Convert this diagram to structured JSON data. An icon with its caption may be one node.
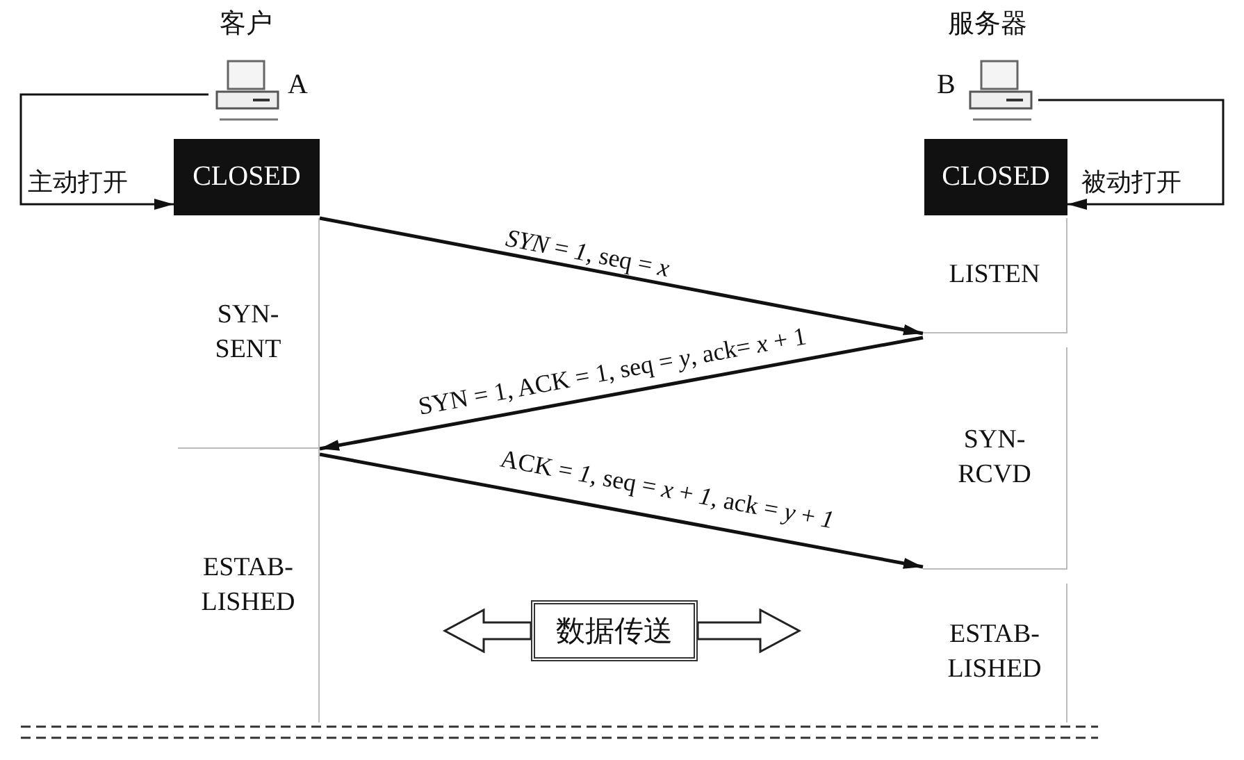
{
  "diagram": {
    "nodes": [
      {
        "text": [
          "客户"
        ],
        "beside": [
          "A"
        ]
      },
      {
        "text": [
          "CLOSED"
        ]
      },
      {
        "text": [
          "服务器"
        ],
        "beside": [
          "B"
        ]
      },
      {
        "text": [
          "CLOSED"
        ]
      },
      {
        "text": [
          "SYN- SENT"
        ]
      },
      {
        "text": [
          "ESTAB- LISHED"
        ]
      },
      {
        "text": [
          "LISTEN"
        ]
      },
      {
        "text": [
          "SYN- RCVD"
        ]
      },
      {
        "text": [
          "ESTAB- LISHED"
        ]
      },
      {
        "text": [
          "数据传送"
        ]
      }
    ],
    "edges": [
      {
        "from": 0,
        "to": 1,
        "arrow": "to",
        "label": "主动打开"
      },
      {
        "from": 2,
        "to": 3,
        "arrow": "to",
        "label": "被动打开"
      },
      {
        "from": 1,
        "to": 6,
        "arrow": "to",
        "label": "*SYN* = *1*, seq = *x*"
      },
      {
        "from": 7,
        "to": 4,
        "arrow": "to",
        "label": "SYN = 1, ACK = 1, seq = *y*, ack= *x* + 1"
      },
      {
        "from": 5,
        "to": 7,
        "arrow": "to",
        "label": "ACK = *1*, seq = *x* + *1*, ack = *y* + *1*"
      },
      {
        "from": 9,
        "to": null,
        "arrow": "to",
        "style": "thick"
      },
      {
        "from": 9,
        "to": null,
        "arrow": "to",
        "style": "thick"
      }
    ]
  }
}
